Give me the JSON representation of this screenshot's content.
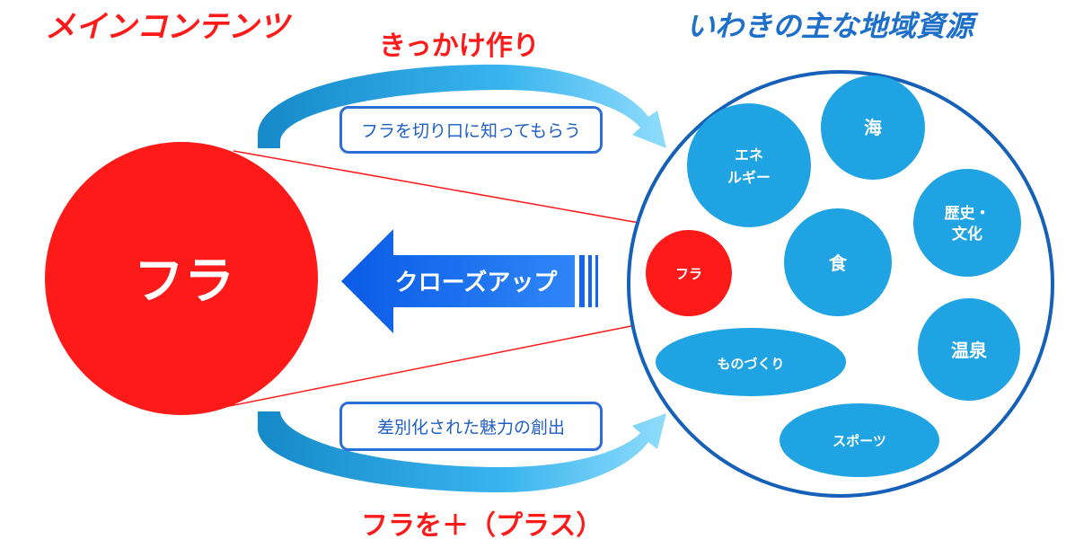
{
  "headings": {
    "main_content": "メインコンテンツ",
    "resources": "いわきの主な地域資源"
  },
  "arrows": {
    "top_label": "きっかけ作り",
    "top_callout": "フラを切り口に知ってもらう",
    "bottom_label": "フラを＋（プラス）",
    "bottom_callout": "差別化された魅力の創出",
    "closeup_label": "クローズアップ"
  },
  "hula_big": {
    "label": "フラ"
  },
  "hula_small": {
    "label": "フラ"
  },
  "resources": {
    "energy": [
      "エネ",
      "ルギー"
    ],
    "sea": "海",
    "history": [
      "歴史・",
      "文化"
    ],
    "food": "食",
    "hot_spring": "温泉",
    "craft": "ものづくり",
    "sports": "スポーツ"
  },
  "colors": {
    "red": "#ff1a1a",
    "blue_bubble": "#1fa3e3",
    "blue_title": "#1d6fc9",
    "arrow_blue": "#1466f0"
  }
}
